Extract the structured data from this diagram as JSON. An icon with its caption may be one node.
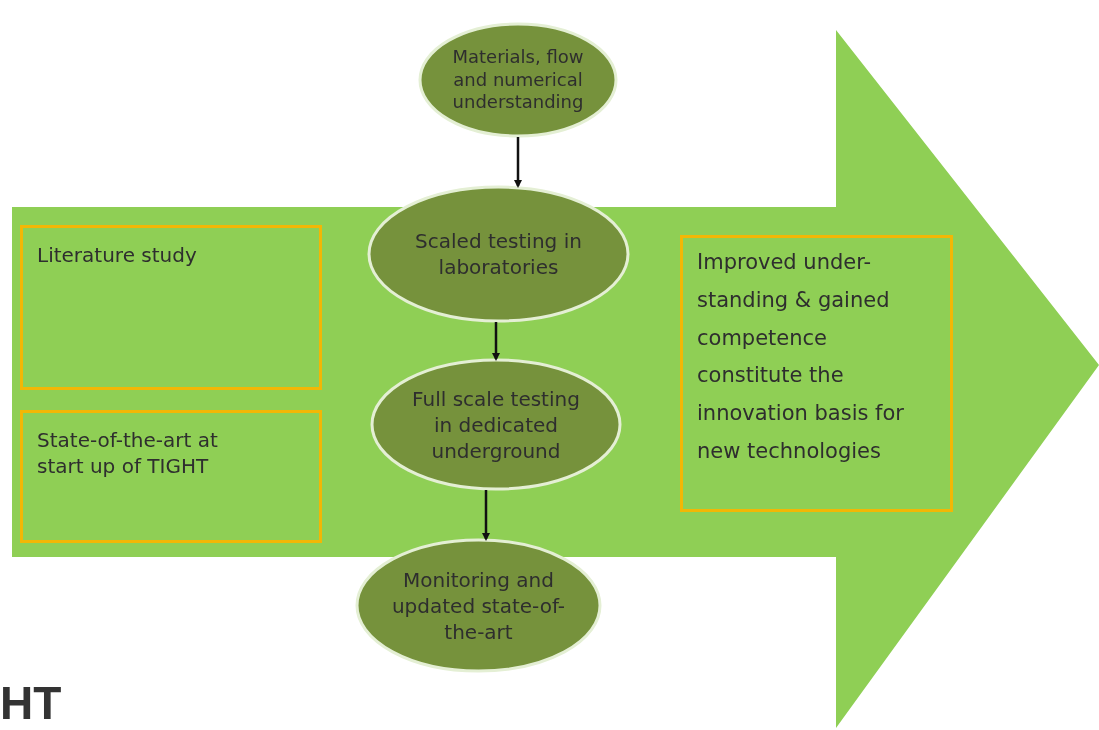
{
  "diagram": {
    "nodes": [
      {
        "text": [
          "Materials, flow and numerical understanding"
        ]
      },
      {
        "text": [
          "Scaled testing in laboratories"
        ]
      },
      {
        "text": [
          "Full scale testing in dedicated underground"
        ]
      },
      {
        "text": [
          "Monitoring and updated state-of-the-art"
        ]
      },
      {
        "text": [
          "Literature study"
        ]
      },
      {
        "text": [
          "State-of-the-art at start up of TIGHT"
        ]
      },
      {
        "text": [
          "Improved under-standing & gained competence constitute the innovation basis for new technologies"
        ]
      }
    ],
    "edges": [
      {
        "from": 0,
        "to": 1,
        "arrow": "to"
      },
      {
        "from": 1,
        "to": 2,
        "arrow": "to"
      },
      {
        "from": 2,
        "to": 3,
        "arrow": "to"
      }
    ],
    "labels": [
      "HT"
    ]
  }
}
